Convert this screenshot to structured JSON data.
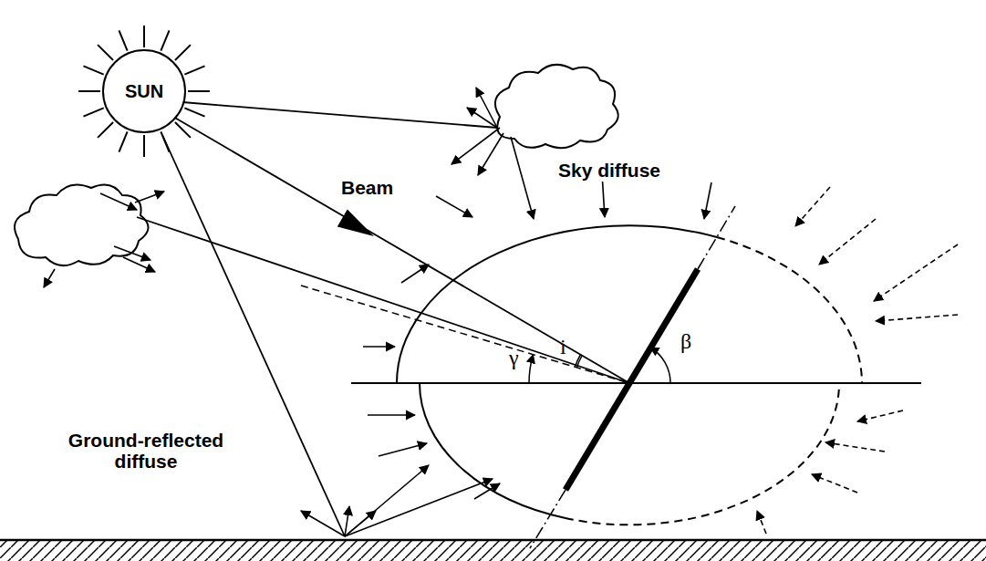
{
  "diagram": {
    "nodes": [
      {
        "text": [
          "SUN"
        ]
      }
    ],
    "labels": [
      "Beam",
      "Sky diffuse",
      "Ground-reflected diffuse",
      "i",
      "γ",
      "β"
    ]
  }
}
